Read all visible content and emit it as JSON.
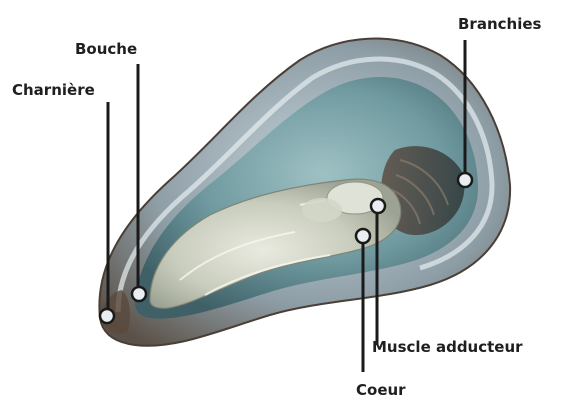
{
  "labels": {
    "branchies": "Branchies",
    "bouche": "Bouche",
    "charniere": "Charnière",
    "muscle": "Muscle adducteur",
    "coeur": "Coeur"
  }
}
